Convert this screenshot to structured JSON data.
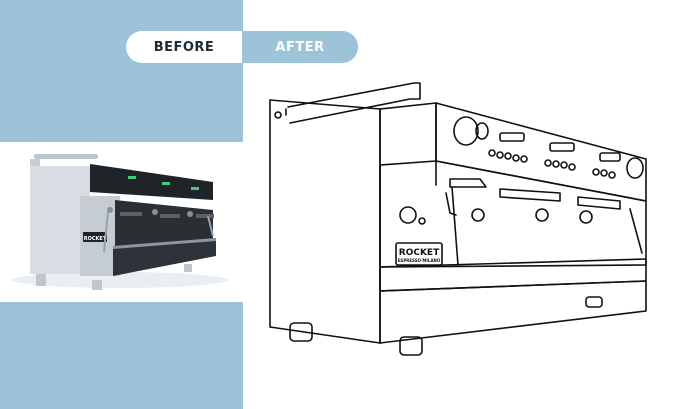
{
  "toggle": {
    "before_label": "BEFORE",
    "after_label": "AFTER"
  },
  "photo": {
    "brand": "ROCKET"
  },
  "drawing": {
    "brand": "ROCKET",
    "sub_brand": "ESPRESSO MILANO"
  },
  "colors": {
    "panel_blue": "#9cc3d8",
    "toggle_text_dark": "#1d2a33",
    "toggle_text_light": "#ffffff",
    "background": "#ffffff"
  }
}
